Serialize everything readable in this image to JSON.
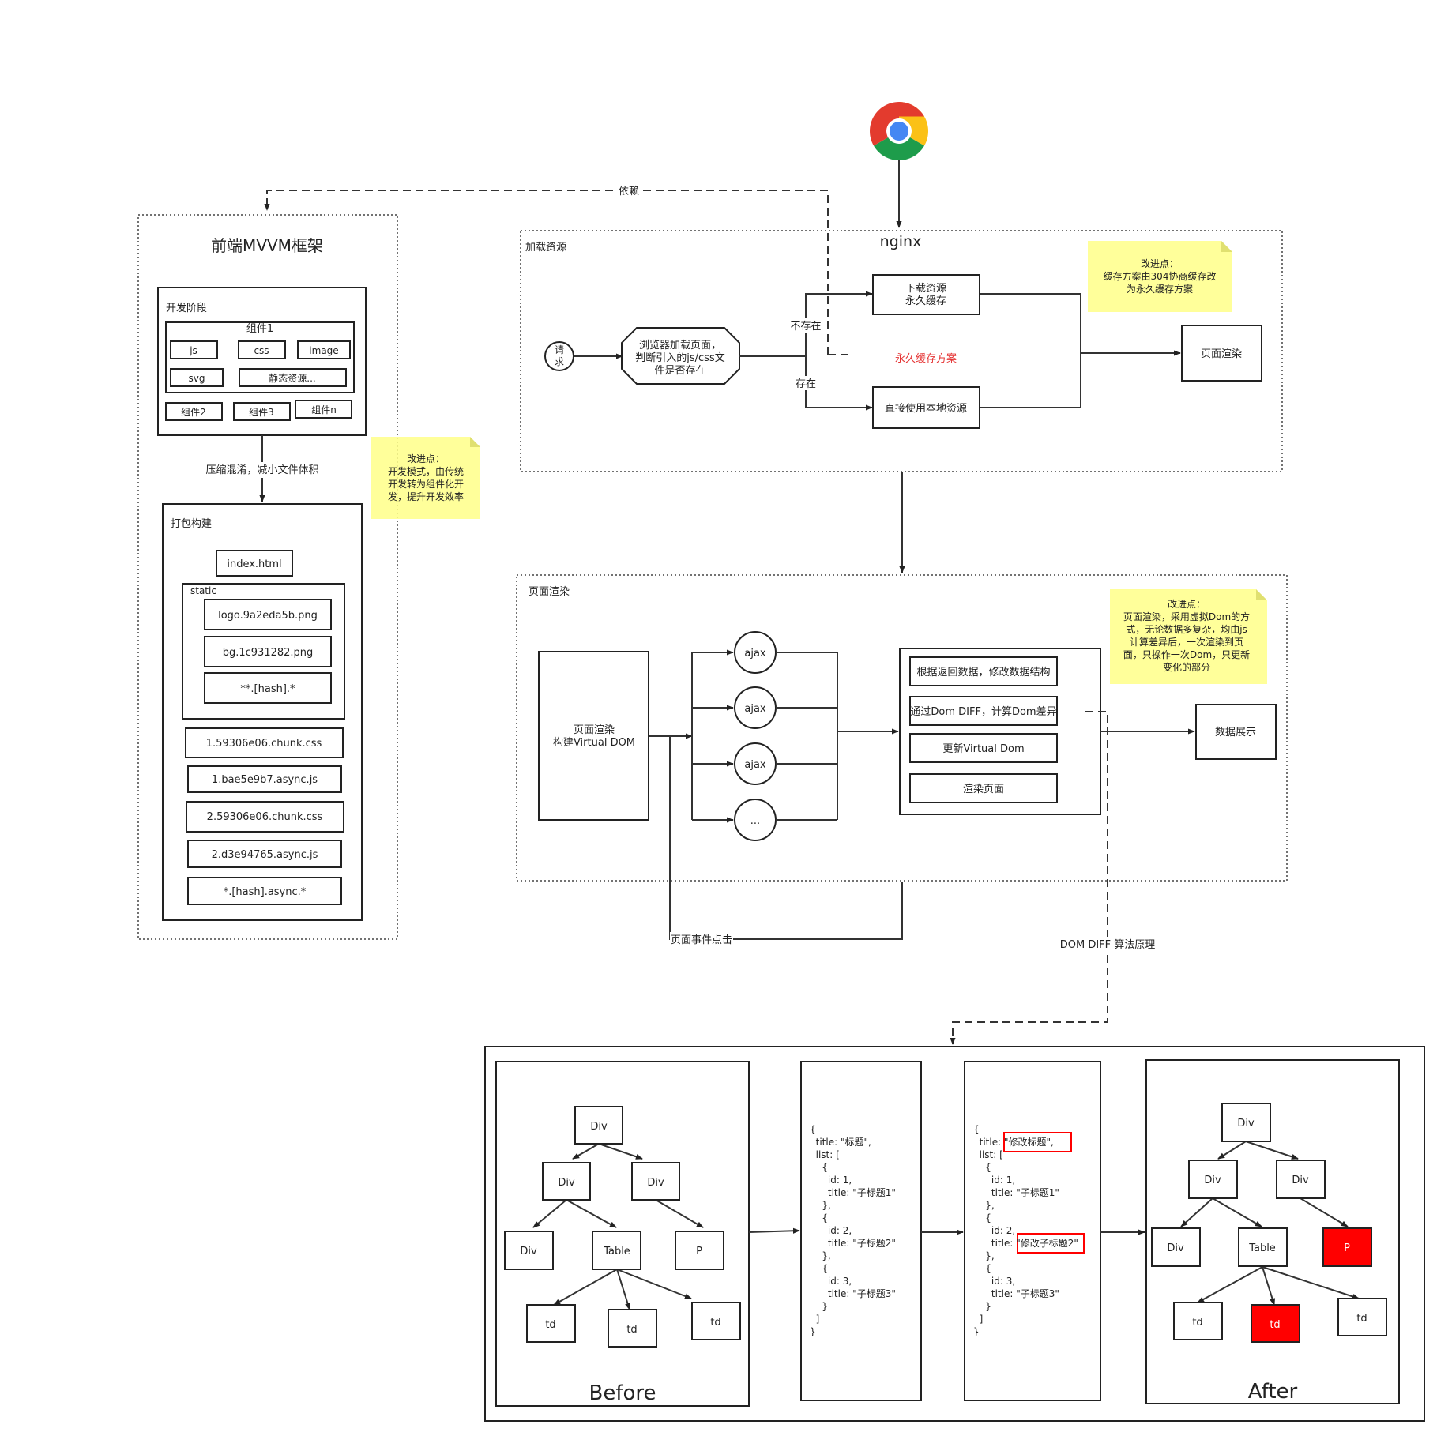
{
  "chrome_icon": "chrome-logo",
  "colors": {
    "note": "#ffff88",
    "changed": "#ff0000",
    "red_text": "#e53333",
    "line": "#333333"
  },
  "top": {
    "dependency_label": "依赖",
    "nginx": "nginx"
  },
  "mvvm": {
    "title": "前端MVVM框架",
    "dev_stage": {
      "label": "开发阶段",
      "component1": "组件1",
      "files": [
        "js",
        "css",
        "image",
        "svg",
        "静态资源..."
      ],
      "components": [
        "组件2",
        "组件3",
        "组件n"
      ]
    },
    "compress_label": "压缩混淆，减小文件体积",
    "note_lines": [
      "改进点：",
      "开发模式，由传统",
      "开发转为组件化开",
      "发，提升开发效率"
    ],
    "build": {
      "label": "打包构建",
      "index": "index.html",
      "static_label": "static",
      "static_files": [
        "logo.9a2eda5b.png",
        "bg.1c931282.png",
        "**.[hash].*"
      ],
      "chunks": [
        "1.59306e06.chunk.css",
        "1.bae5e9b7.async.js",
        "2.59306e06.chunk.css",
        "2.d3e94765.async.js",
        "*.[hash].async.*"
      ]
    }
  },
  "load": {
    "section_label": "加载资源",
    "request": [
      "请",
      "求"
    ],
    "browser_lines": [
      "浏览器加载页面，",
      "判断引入的js/css文",
      "件是否存在"
    ],
    "not_exist": "不存在",
    "exist": "存在",
    "download_lines": [
      "下载资源",
      "永久缓存"
    ],
    "permanent_cache": "永久缓存方案",
    "use_local": "直接使用本地资源",
    "render": "页面渲染",
    "note_lines": [
      "改进点：",
      "缓存方案由304协商缓存改",
      "为永久缓存方案"
    ]
  },
  "render": {
    "section_label": "页面渲染",
    "vdom_lines": [
      "页面渲染",
      "构建Virtual DOM"
    ],
    "ajax": [
      "ajax",
      "ajax",
      "ajax",
      "..."
    ],
    "steps": [
      "根据返回数据，修改数据结构",
      "通过Dom DIFF，计算Dom差异",
      "更新Virtual Dom",
      "渲染页面"
    ],
    "display": "数据展示",
    "note_lines": [
      "改进点：",
      "页面渲染，采用虚拟Dom的方",
      "式，无论数据多复杂，均由js",
      "计算差异后，一次渲染到页",
      "面，只操作一次Dom，只更新",
      "变化的部分"
    ],
    "event_label": "页面事件点击",
    "diff_label": "DOM DIFF 算法原理"
  },
  "diff": {
    "before_label": "Before",
    "after_label": "After",
    "tree": {
      "root": "Div",
      "l1": [
        "Div",
        "Div"
      ],
      "l2": [
        "Div",
        "Table",
        "P"
      ],
      "leaves": [
        "td",
        "td",
        "td"
      ]
    },
    "code_before": [
      "{",
      "  title: \"标题\",",
      "  list: [",
      "    {",
      "      id: 1,",
      "      title: \"子标题1\"",
      "    },",
      "    {",
      "      id: 2,",
      "      title: \"子标题2\"",
      "    },",
      "    {",
      "      id: 3,",
      "      title: \"子标题3\"",
      "    }",
      "  ]",
      "}"
    ],
    "code_after": [
      "{",
      "  title: \"修改标题\",",
      "  list: [",
      "    {",
      "      id: 1,",
      "      title: \"子标题1\"",
      "    },",
      "    {",
      "      id: 2,",
      "      title: \"修改子标题2\"",
      "    },",
      "    {",
      "      id: 3,",
      "      title: \"子标题3\"",
      "    }",
      "  ]",
      "}"
    ]
  }
}
